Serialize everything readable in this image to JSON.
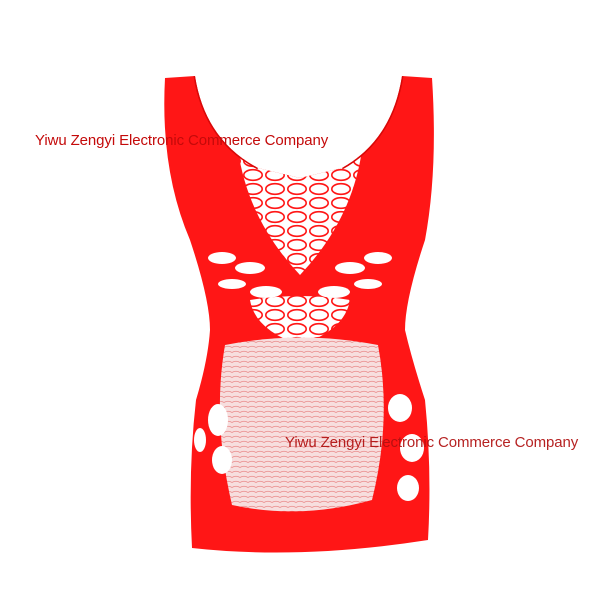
{
  "product": {
    "item": "red-fishnet-mini-dress",
    "color": "#ff1616"
  },
  "watermarks": {
    "top": "Yiwu Zengyi Electronic Commerce Company",
    "bottom": "Yiwu Zengyi Electronic Commerce Company"
  }
}
